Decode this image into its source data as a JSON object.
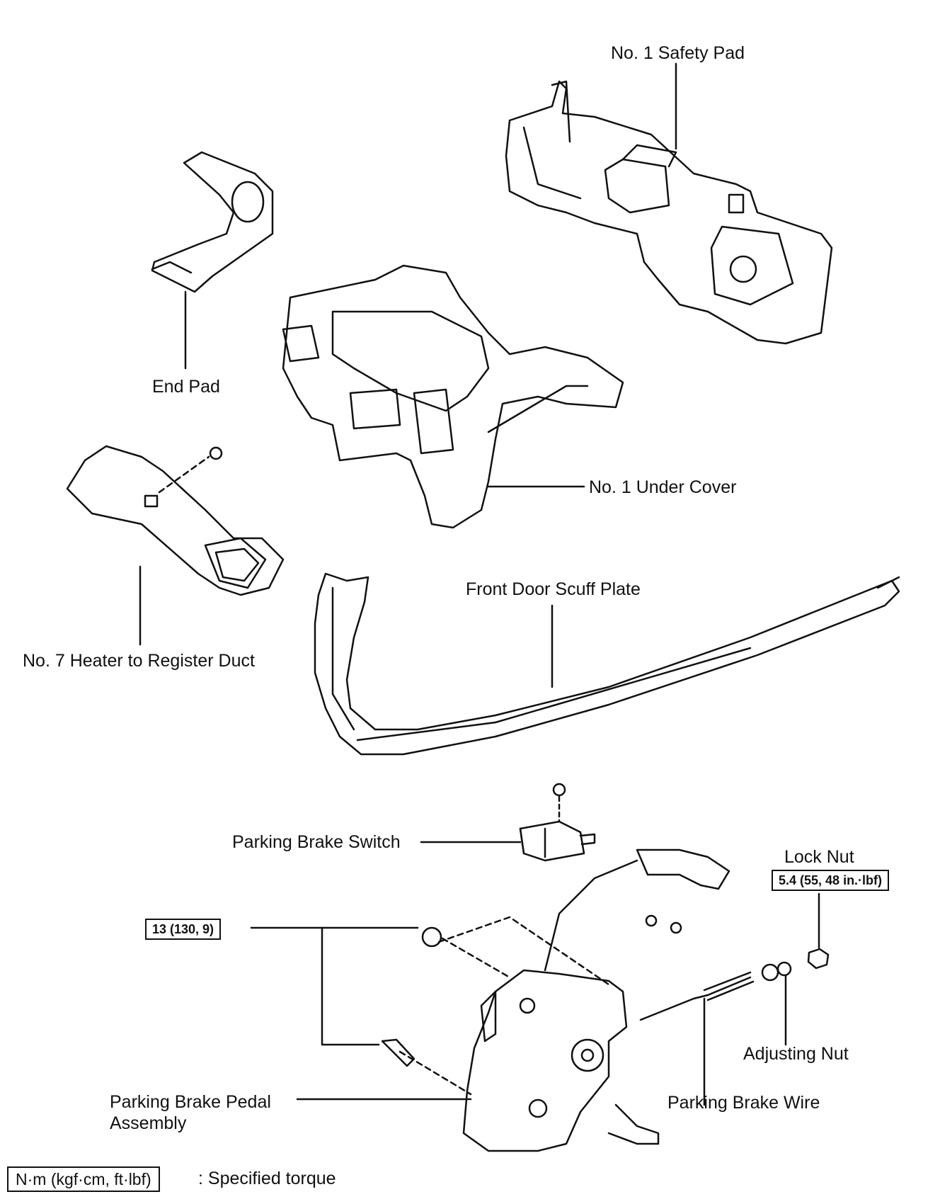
{
  "labels": {
    "safety_pad": "No. 1 Safety Pad",
    "end_pad": "End Pad",
    "under_cover": "No. 1 Under Cover",
    "heater_duct": "No. 7 Heater to Register Duct",
    "scuff_plate": "Front Door Scuff Plate",
    "brake_switch": "Parking Brake Switch",
    "lock_nut": "Lock Nut",
    "adjusting_nut": "Adjusting Nut",
    "brake_wire": "Parking Brake Wire",
    "pedal_line1": "Parking Brake Pedal",
    "pedal_line2": "Assembly"
  },
  "torque": {
    "lock_nut": "5.4 (55, 48 in.·lbf)",
    "pedal_bolts": "13 (130, 9)"
  },
  "legend": {
    "unit": "N·m (kgf·cm, ft·lbf)",
    "text": ": Specified torque"
  }
}
